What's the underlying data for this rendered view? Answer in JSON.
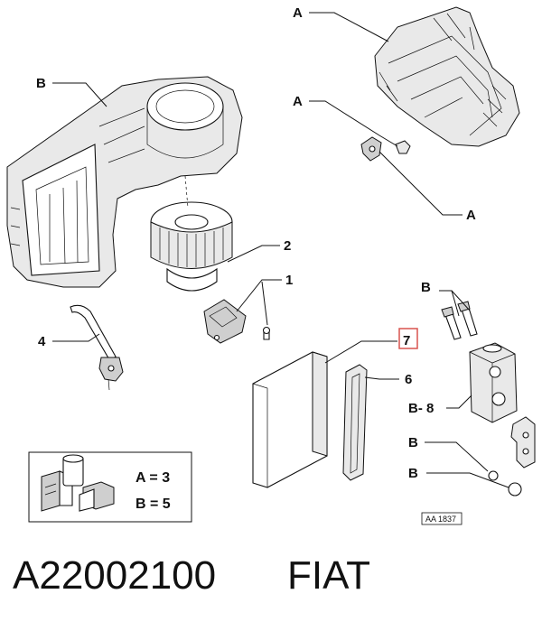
{
  "diagram": {
    "labels": {
      "a_top": "A",
      "a_mid": "A",
      "a_low": "A",
      "b_unit": "B",
      "n2": "2",
      "n1": "1",
      "n4": "4",
      "n7": "7",
      "n6": "6",
      "b_bolts": "B",
      "b8": "B- 8",
      "b_ring1": "B",
      "b_ring2": "B"
    },
    "legend": {
      "row_a": "A = 3",
      "row_b": "B = 5"
    },
    "reference": "AA 1837",
    "highlight_color": "#d9534f"
  },
  "footer": {
    "part_code": "A22002100",
    "brand": "FIAT"
  }
}
